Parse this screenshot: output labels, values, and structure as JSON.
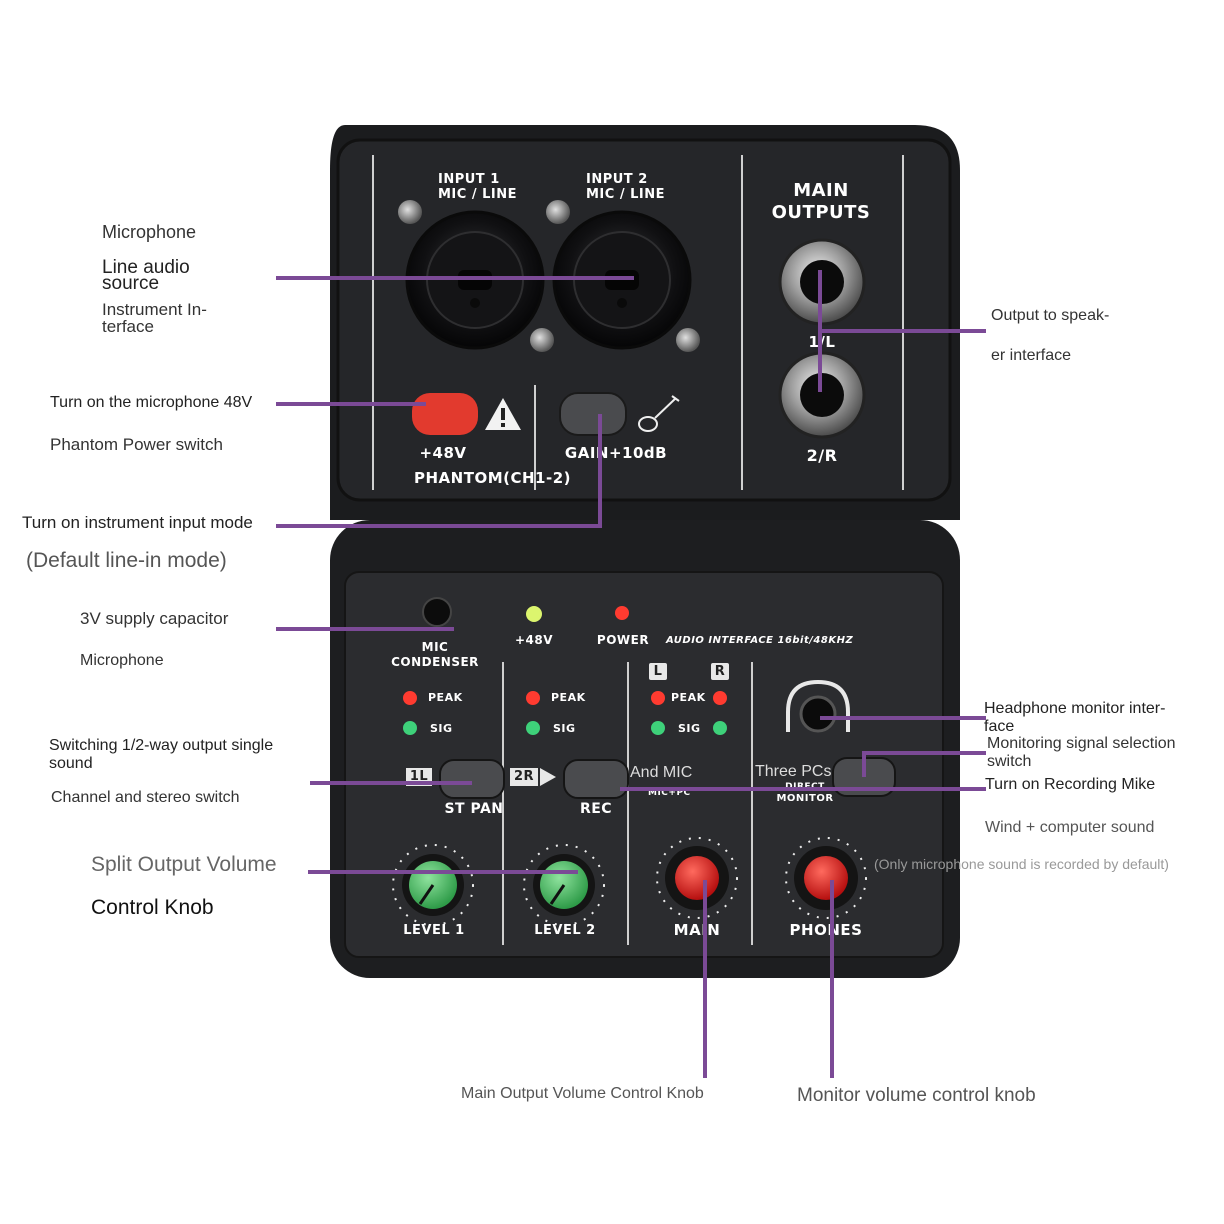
{
  "colors": {
    "background": "#ffffff",
    "device_body": "#1b1c1e",
    "panel": "#2b2c2f",
    "leader_line": "#7b4a96",
    "button_red": "#e23a2e",
    "knob_green": "#49c06a",
    "knob_red": "#e41f1f",
    "led_red": "#ff3b30",
    "led_green": "#3ed17a",
    "led_yellow": "#dcf56e"
  },
  "device": {
    "top_panel": {
      "input1_label": "INPUT 1",
      "input1_sub": "MIC / LINE",
      "input2_label": "INPUT 2",
      "input2_sub": "MIC / LINE",
      "main_outputs_line1": "MAIN",
      "main_outputs_line2": "OUTPUTS",
      "out1_label": "1/L",
      "out2_label": "2/R",
      "phantom_voltage": "+48V",
      "phantom_label": "PHANTOM(CH1-2)",
      "gain_label": "GAIN+10dB",
      "warning_icon": "warning-triangle-icon",
      "guitar_icon": "guitar-icon"
    },
    "front_panel": {
      "mic_label_1": "MIC",
      "mic_label_2": "CONDENSER",
      "led_48v_label": "+48V",
      "led_power_label": "POWER",
      "model_text": "AUDIO INTERFACE 16bit/48KHZ",
      "peak_label": "PEAK",
      "sig_label": "SIG",
      "l_label": "L",
      "r_label": "R",
      "st_pan_label": "ST PAN",
      "rec_label": "REC",
      "pan_1l": "1L",
      "pan_2r": "2R",
      "rec_mode_label": "MIC+PC",
      "monitor_label_1": "DIRECT",
      "monitor_label_2": "MONITOR",
      "knobs": [
        "LEVEL 1",
        "LEVEL 2",
        "MAIN",
        "PHONES"
      ],
      "headphone_icon": "headphone-icon"
    }
  },
  "callouts": {
    "microphone_top": "Microphone",
    "line_audio_1": "Line audio",
    "line_audio_2": "source",
    "instrument_1": "Instrument In-",
    "instrument_2": "terface",
    "phantom_1": "Turn on the microphone 48V",
    "phantom_2": "Phantom Power switch",
    "instrument_mode": "Turn on instrument input mode",
    "default_line": "(Default line-in mode)",
    "capacitor": "3V supply capacitor",
    "microphone_bottom": "Microphone",
    "switching_1": "Switching 1/2-way output single",
    "switching_2": "sound",
    "channel_stereo": "Channel and stereo switch",
    "split_output": "Split Output Volume",
    "control_knob": "Control Knob",
    "output_speaker_1": "Output to speak-",
    "output_speaker_2": "er interface",
    "headphone_1": "Headphone monitor inter-",
    "headphone_2": "face",
    "monitoring_1": "Monitoring signal selection",
    "monitoring_2": "switch",
    "and_mic": "And MIC",
    "three_pcs": "Three PCs",
    "recording_mike": "Turn on Recording Mike",
    "wind_computer": "Wind + computer sound",
    "only_mic": "(Only microphone sound is recorded by default)",
    "main_output": "Main Output Volume Control Knob",
    "monitor_volume": "Monitor volume control knob"
  }
}
